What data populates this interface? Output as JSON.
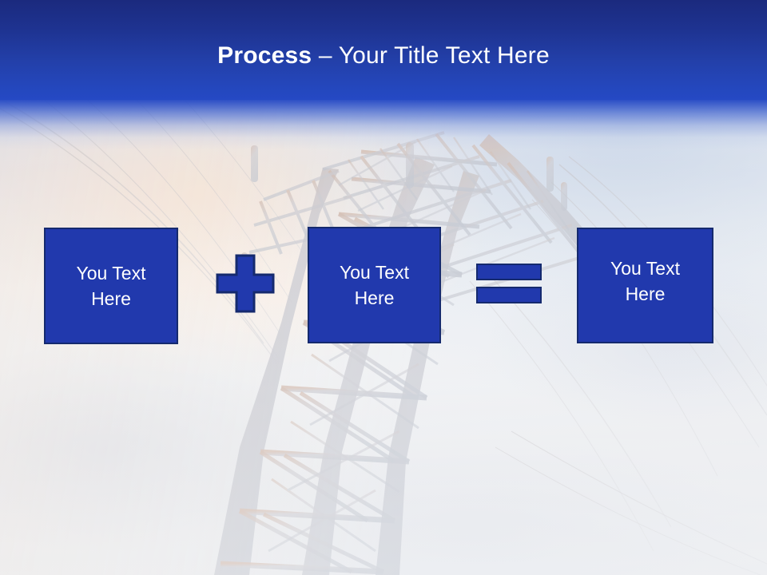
{
  "slide": {
    "title": {
      "bold_part": "Process",
      "light_part": " – Your Title Text Here",
      "full": "Process – Your Title Text Here"
    },
    "background": {
      "subject": "electricity-transmission-pylon",
      "description": "Faded low-angle photo of a steel lattice power transmission tower with power lines against a pale sky",
      "sky_color": "#e9ebf0",
      "lattice_color": "#c6cbd4",
      "warm_glow_color": "#ffe2c8"
    },
    "colors": {
      "band_top": "#1b2a7e",
      "band_bottom": "#2549c4",
      "box_fill": "#2139ad",
      "box_border": "#152a6e",
      "text_on_box": "#ffffff",
      "title_text": "#ffffff"
    },
    "boxes": [
      {
        "id": "box1",
        "line1": "You Text",
        "line2": "Here"
      },
      {
        "id": "box2",
        "line1": "You Text",
        "line2": "Here"
      },
      {
        "id": "box3",
        "line1": "You Text",
        "line2": "Here"
      }
    ],
    "operators": [
      {
        "id": "plus",
        "symbol": "+",
        "name": "plus-operator"
      },
      {
        "id": "equals",
        "symbol": "=",
        "name": "equals-operator"
      }
    ]
  }
}
